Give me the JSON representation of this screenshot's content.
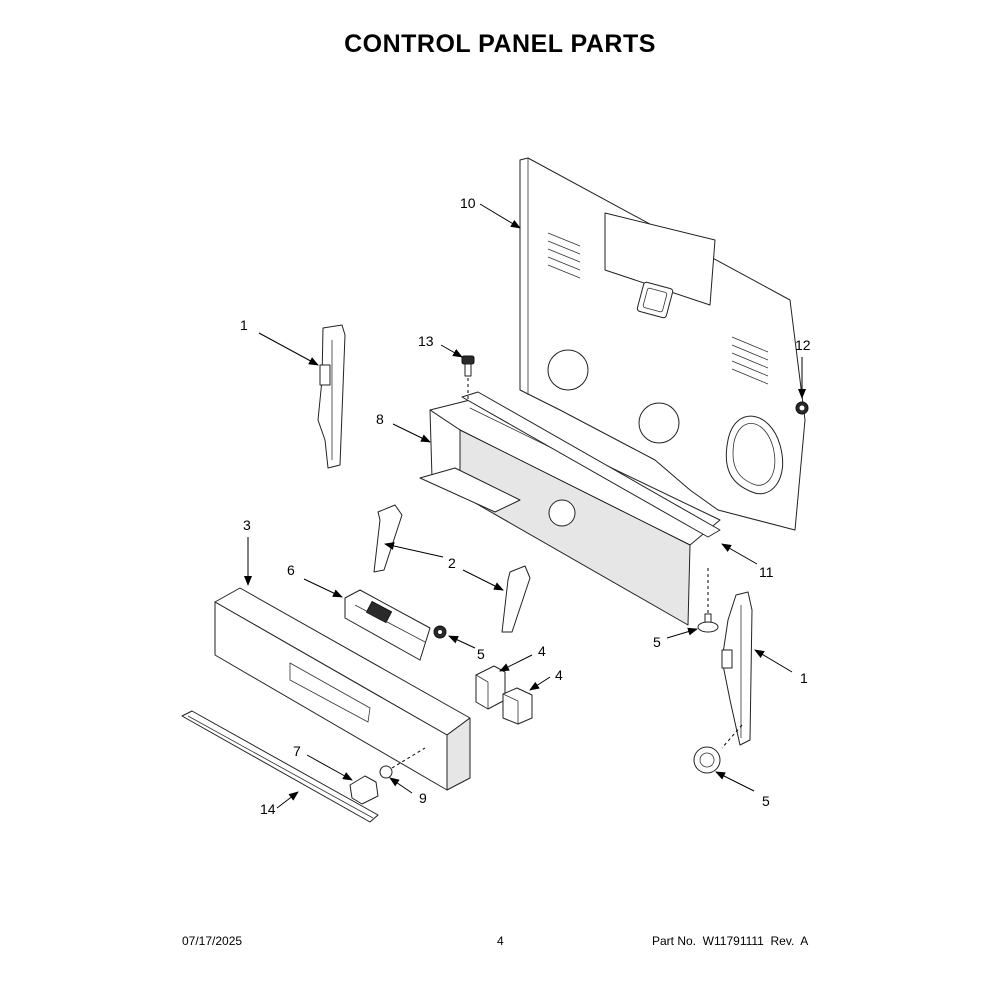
{
  "page": {
    "title": "CONTROL PANEL PARTS",
    "footer": {
      "date": "07/17/2025",
      "page_number": "4",
      "part_number": "Part No.  W11791111  Rev.  A"
    }
  },
  "callouts": {
    "c1a": "1",
    "c1b": "1",
    "c2": "2",
    "c3": "3",
    "c4a": "4",
    "c4b": "4",
    "c5a": "5",
    "c5b": "5",
    "c5c": "5",
    "c6": "6",
    "c7": "7",
    "c8": "8",
    "c9": "9",
    "c10": "10",
    "c11": "11",
    "c12": "12",
    "c13": "13",
    "c14": "14"
  }
}
